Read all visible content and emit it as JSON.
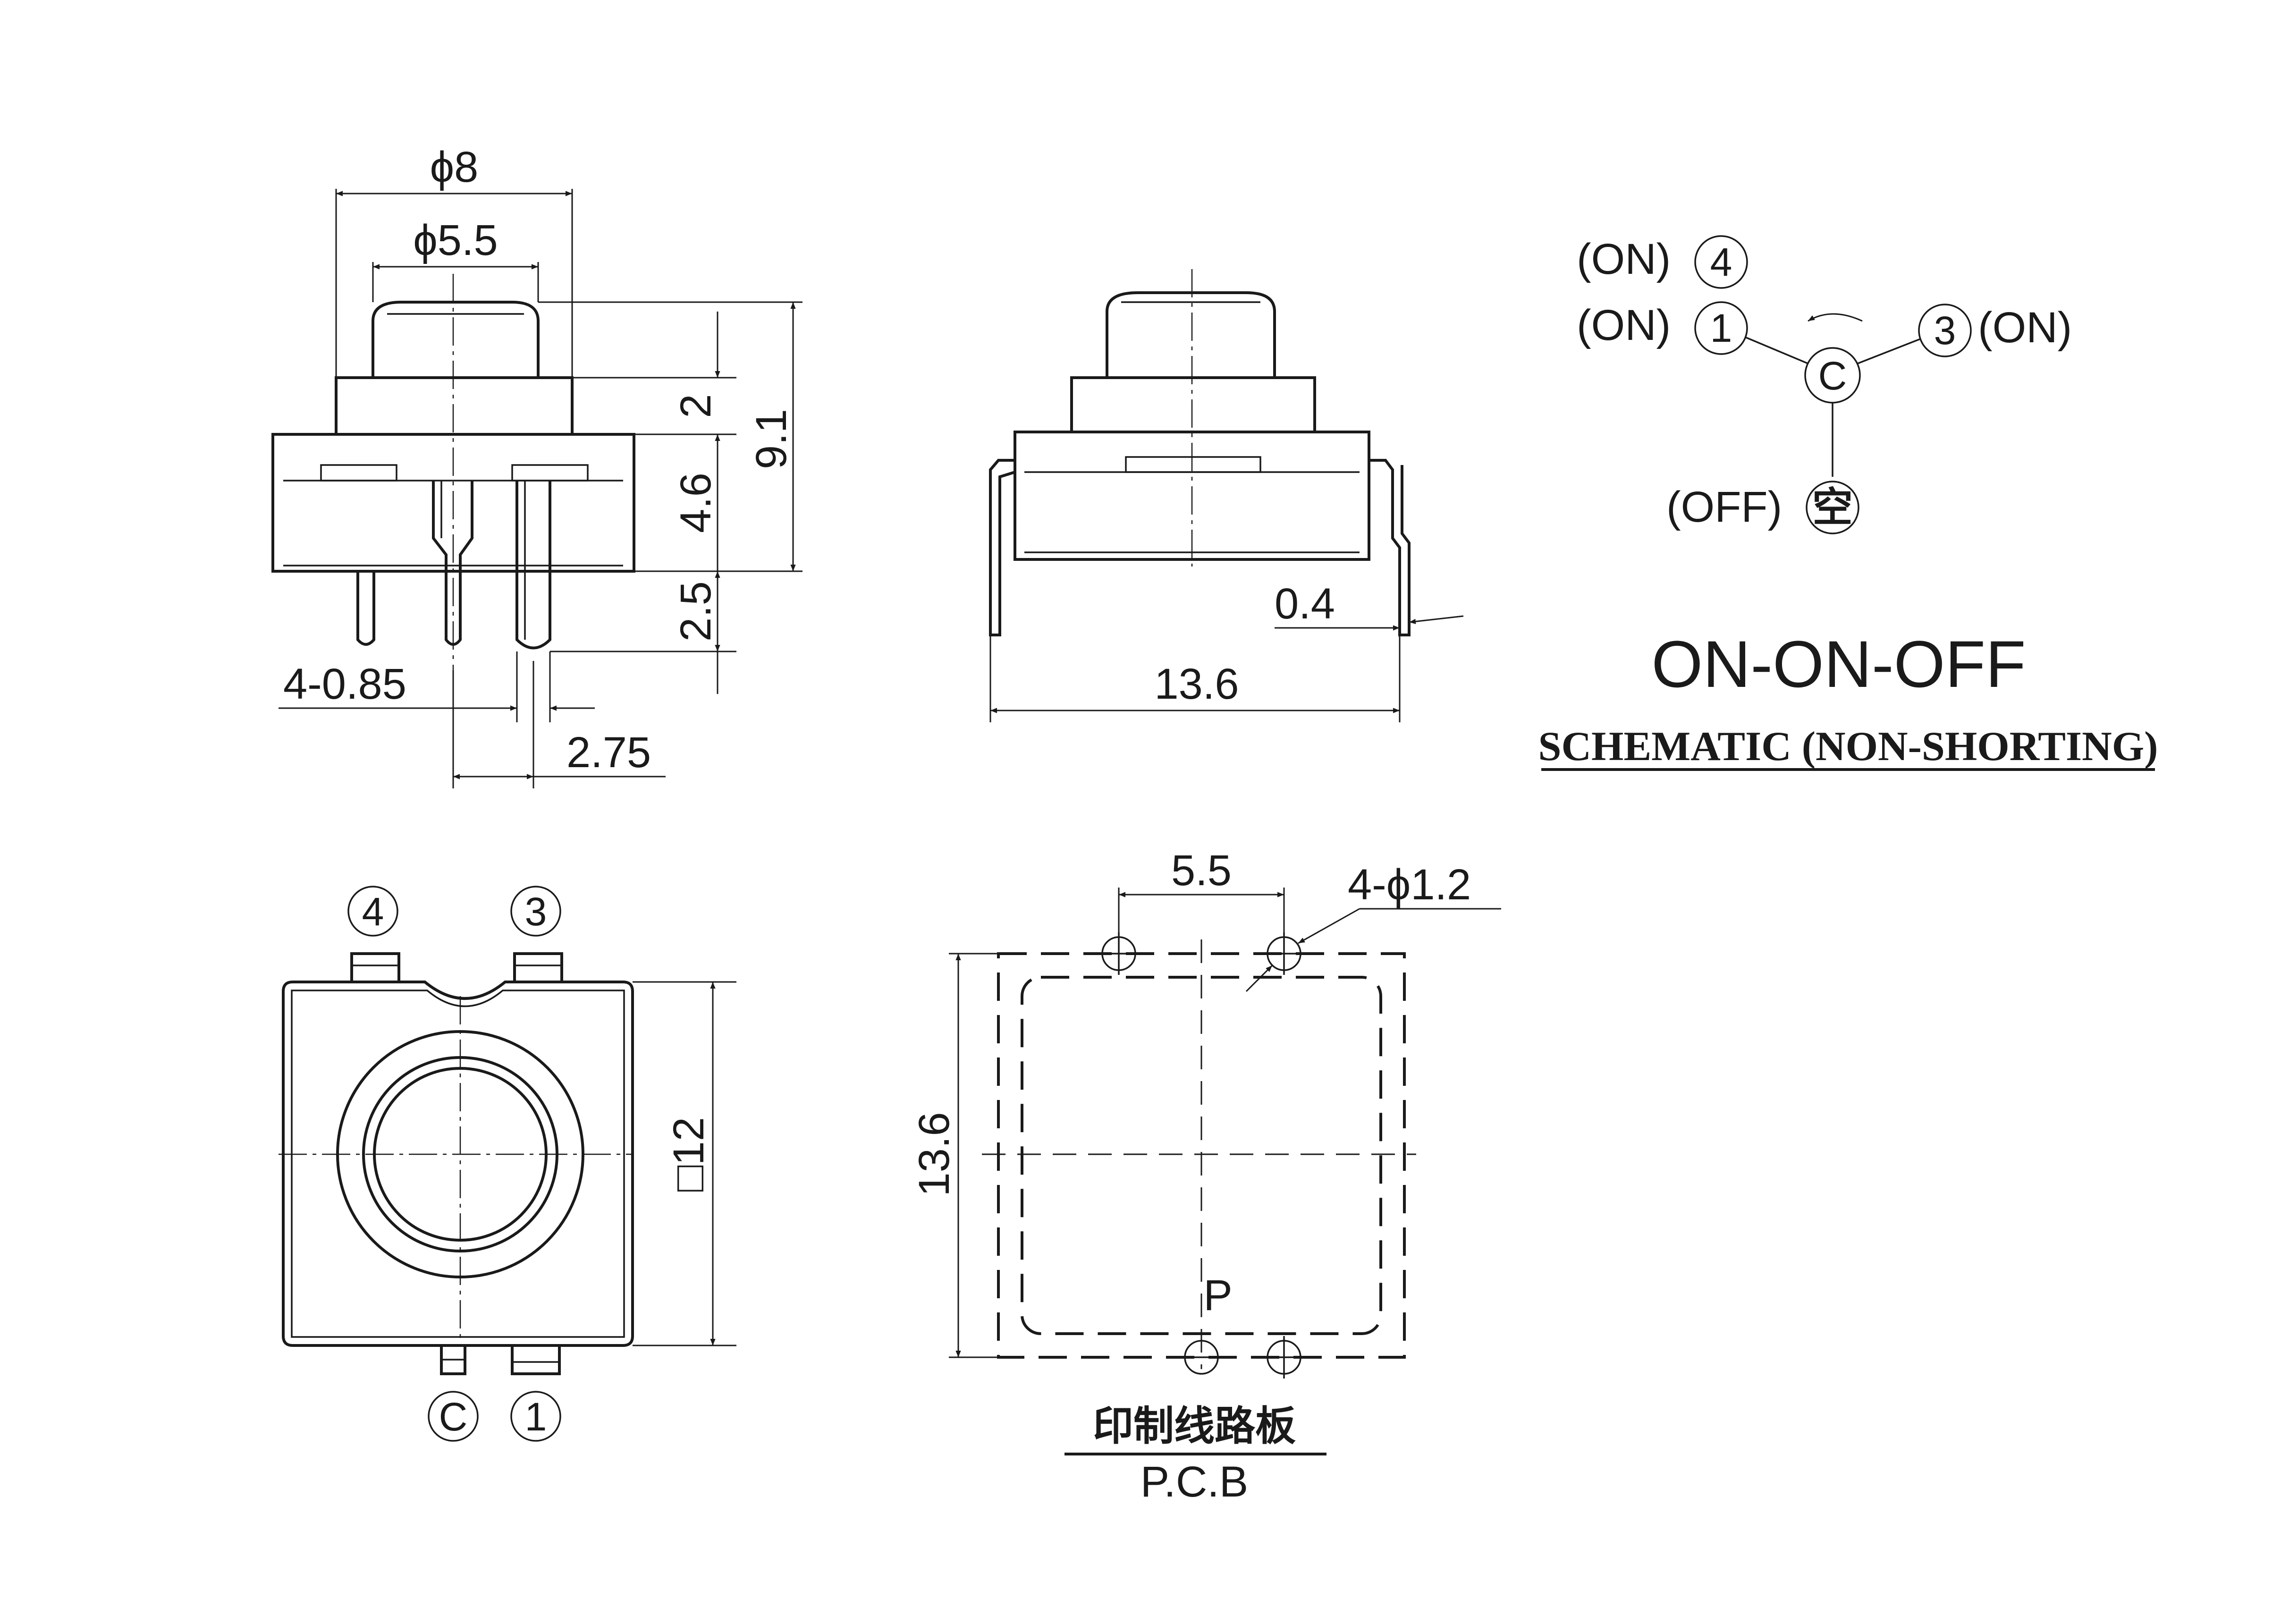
{
  "side_view": {
    "dim_phi8": "ϕ8",
    "dim_phi5_5": "ϕ5.5",
    "dim_2": "2",
    "dim_4_6": "4.6",
    "dim_9_1": "9.1",
    "dim_2_5": "2.5",
    "dim_4_0_85": "4-0.85",
    "dim_2_75": "2.75"
  },
  "front_view": {
    "dim_0_4": "0.4",
    "dim_13_6": "13.6"
  },
  "schematic": {
    "pin4": "(ON)",
    "pin4_num": "4",
    "pin1": "(ON)",
    "pin1_num": "1",
    "pin3": "(ON)",
    "pin3_num": "3",
    "common": "C",
    "off": "(OFF)",
    "off_num": "空",
    "mode": "ON-ON-OFF",
    "caption": "SCHEMATIC (NON-SHORTING)"
  },
  "top_view": {
    "pin4": "4",
    "pin3": "3",
    "pinC": "C",
    "pin1": "1",
    "dim_12": "□12"
  },
  "pcb_view": {
    "dim_5_5": "5.5",
    "dim_holes": "4-ϕ1.2",
    "dim_13_6": "13.6",
    "p_label": "P",
    "caption_cn": "印制线路板",
    "caption_en": "P.C.B"
  }
}
